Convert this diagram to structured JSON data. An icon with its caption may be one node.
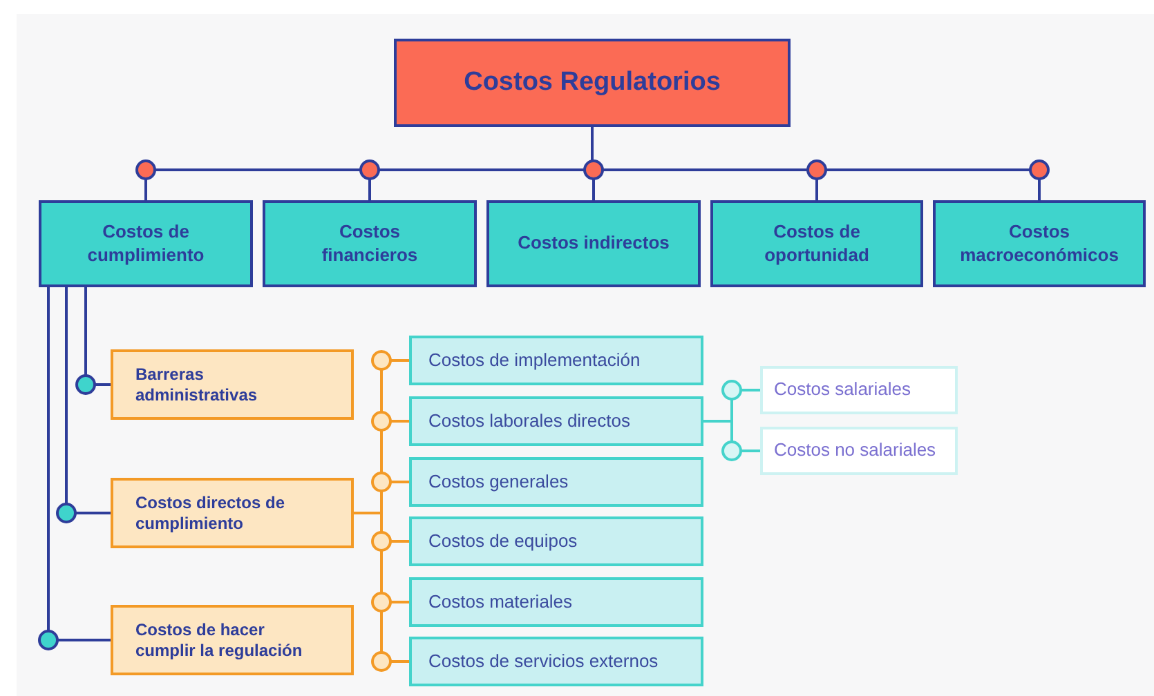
{
  "diagram": {
    "nodes": [
      {
        "text": [
          "Costos Regulatorios"
        ]
      },
      {
        "text": [
          "Costos de cumplimiento"
        ]
      },
      {
        "text": [
          "Costos financieros"
        ]
      },
      {
        "text": [
          "Costos indirectos"
        ]
      },
      {
        "text": [
          "Costos de oportunidad"
        ]
      },
      {
        "text": [
          "Costos macroeconómicos"
        ]
      },
      {
        "text": [
          "Barreras administrativas"
        ]
      },
      {
        "text": [
          "Costos directos de cumplimiento"
        ]
      },
      {
        "text": [
          "Costos de hacer cumplir la regulación"
        ]
      },
      {
        "text": [
          "Costos de implementación"
        ]
      },
      {
        "text": [
          "Costos laborales directos"
        ]
      },
      {
        "text": [
          "Costos generales"
        ]
      },
      {
        "text": [
          "Costos de equipos"
        ]
      },
      {
        "text": [
          "Costos materiales"
        ]
      },
      {
        "text": [
          "Costos de servicios externos"
        ]
      },
      {
        "text": [
          "Costos salariales"
        ]
      },
      {
        "text": [
          "Costos no salariales"
        ]
      }
    ],
    "edges": [
      {
        "from": 0,
        "to": 1,
        "arrow": "none"
      },
      {
        "from": 0,
        "to": 2,
        "arrow": "none"
      },
      {
        "from": 0,
        "to": 3,
        "arrow": "none"
      },
      {
        "from": 0,
        "to": 4,
        "arrow": "none"
      },
      {
        "from": 0,
        "to": 5,
        "arrow": "none"
      },
      {
        "from": 1,
        "to": 6,
        "arrow": "none"
      },
      {
        "from": 1,
        "to": 7,
        "arrow": "none"
      },
      {
        "from": 1,
        "to": 8,
        "arrow": "none"
      },
      {
        "from": 7,
        "to": 9,
        "arrow": "none",
        "color": "#f39a26"
      },
      {
        "from": 7,
        "to": 10,
        "arrow": "none",
        "color": "#f39a26"
      },
      {
        "from": 7,
        "to": 11,
        "arrow": "none",
        "color": "#f39a26"
      },
      {
        "from": 7,
        "to": 12,
        "arrow": "none",
        "color": "#f39a26"
      },
      {
        "from": 7,
        "to": 13,
        "arrow": "none",
        "color": "#f39a26"
      },
      {
        "from": 7,
        "to": 14,
        "arrow": "none",
        "color": "#f39a26"
      },
      {
        "from": 10,
        "to": 15,
        "arrow": "none",
        "color": "#45d3cb"
      },
      {
        "from": 10,
        "to": 16,
        "arrow": "none",
        "color": "#45d3cb"
      }
    ]
  }
}
